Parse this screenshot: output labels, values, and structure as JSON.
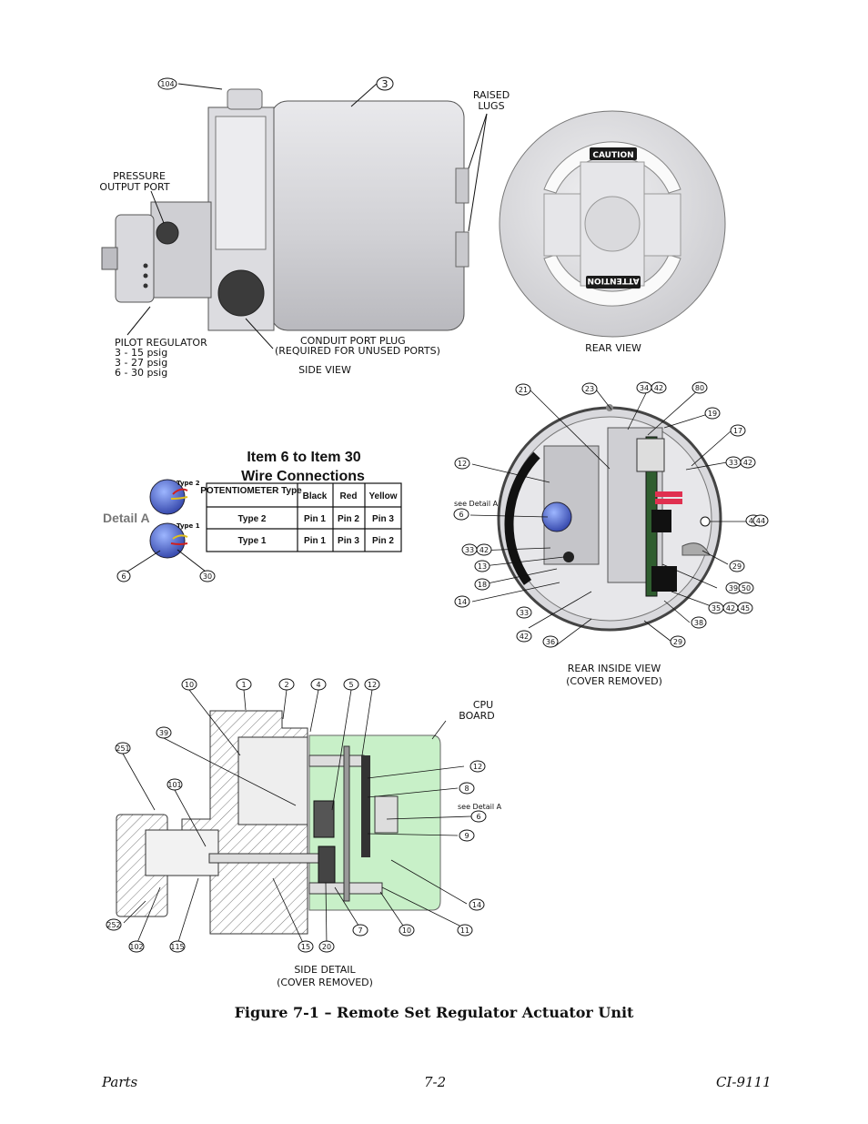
{
  "side_view": {
    "title": "SIDE VIEW",
    "labels": {
      "pressure_output_port": [
        "PRESSURE",
        "OUTPUT PORT"
      ],
      "raised_lugs": [
        "RAISED",
        "LUGS"
      ],
      "pilot_regulator": [
        "PILOT REGULATOR",
        "3 - 15 psig",
        "3 - 27 psig",
        "6 - 30 psig"
      ],
      "conduit_port_plug": [
        "CONDUIT PORT PLUG",
        "(REQUIRED FOR UNUSED PORTS)"
      ]
    },
    "callouts": [
      "104",
      "3"
    ]
  },
  "rear_view": {
    "title": "REAR VIEW",
    "caution_text": "CAUTION",
    "attention_text": "ATTENTION"
  },
  "wire_table": {
    "title_lines": [
      "Item 6 to Item 30",
      "Wire Connections"
    ],
    "headers": [
      "POTENTIOMETER Type",
      "Black",
      "Red",
      "Yellow"
    ],
    "rows": [
      [
        "Type 2",
        "Pin 1",
        "Pin 2",
        "Pin 3"
      ],
      [
        "Type 1",
        "Pin 1",
        "Pin 3",
        "Pin 2"
      ]
    ],
    "detail_label": "Detail A",
    "detail_types": [
      "Type 2",
      "Type 1"
    ],
    "callouts": [
      "6",
      "30"
    ]
  },
  "rear_inside_view": {
    "title_lines": [
      "REAR INSIDE VIEW",
      "(COVER REMOVED)"
    ],
    "see_detail": "see Detail A",
    "callouts": [
      "21",
      "23",
      "34",
      "42",
      "80",
      "19",
      "17",
      "33",
      "42",
      "12",
      "6",
      "43",
      "44",
      "33",
      "42",
      "13",
      "18",
      "14",
      "29",
      "39",
      "50",
      "35",
      "42",
      "45",
      "38",
      "33",
      "42",
      "36",
      "29"
    ]
  },
  "side_detail": {
    "title_lines": [
      "SIDE DETAIL",
      "(COVER REMOVED)"
    ],
    "cpu_board": [
      "CPU",
      "BOARD"
    ],
    "see_detail": "see Detail A",
    "callouts": [
      "10",
      "1",
      "2",
      "4",
      "5",
      "12",
      "39",
      "251",
      "101",
      "12",
      "8",
      "6",
      "9",
      "14",
      "252",
      "102",
      "115",
      "15",
      "20",
      "7",
      "10",
      "11"
    ]
  },
  "caption": "Figure 7-1 – Remote Set Regulator Actuator Unit",
  "footer": {
    "left": "Parts",
    "center": "7-2",
    "right": "CI-9111"
  },
  "colors": {
    "housing": "#d4d4d8",
    "board_green": "#c8f0c8",
    "cover": "#e3e3e6",
    "table_blue": "#3a56b8"
  }
}
